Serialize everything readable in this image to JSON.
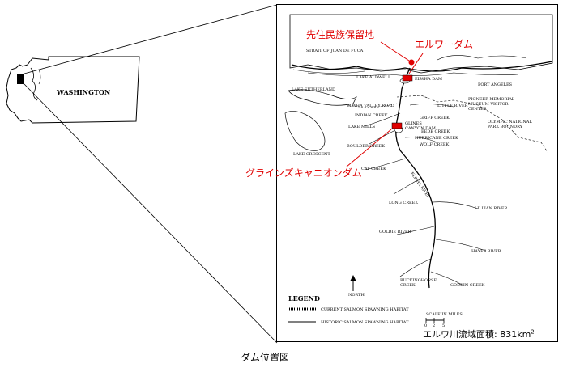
{
  "state_map": {
    "label": "WASHINGTON"
  },
  "detail_map": {
    "red_labels": {
      "reservation": "先住民族保留地",
      "elwha_dam": "エルワーダム",
      "glines_dam": "グラインズキャニオンダム"
    },
    "place_labels": {
      "strait": "STRAIT OF JUAN DE FUCA",
      "lake_aldwell": "LAKE ALDWELL",
      "elwha_dam": "ELWHA DAM",
      "port_angeles": "PORT ANGELES",
      "lake_sutherland": "LAKE SUTHERLAND",
      "elwha_valley_road": "ELWHA VALLEY ROAD",
      "indian_creek": "INDIAN CREEK",
      "little_river": "LITTLE RIVER",
      "museum": "PIONEER MEMORIAL MUSEUM VISITOR CENTER",
      "olympic_np": "OLYMPIC NATIONAL PARK BOUNDRY",
      "griff_creek": "GRIFF CREEK",
      "lake_mills": "LAKE MILLS",
      "glines_dam": "GLINES CANYON DAM",
      "boulder_creek": "BOULDER CREEK",
      "lake_crescent": "LAKE CRESCENT",
      "eeder_creek": "EEDE CREEK",
      "hurricane_creek": "HURRICANE CREEK",
      "wolf_creek": "WOLF CREEK",
      "cat_creek": "CAT CREEK",
      "elwha_river": "ELWHA RIVER",
      "long_creek": "LONG CREEK",
      "lillian_river": "LILLIAN RIVER",
      "goldie_river": "GOLDIE RIVER",
      "hayes_river": "HAYES RIVER",
      "buckinghorse_creek": "BUCKINGHORSE CREEK",
      "godkin_creek": "GODKIN CREEK",
      "north": "NORTH"
    },
    "legend": {
      "title": "LEGEND",
      "current_habitat": "CURRENT SALMON SPAWNING HABITAT",
      "historic_habitat": "HISTORIC SALMON SPAWNING HABITAT",
      "scale_title": "SCALE IN MILES",
      "scale_ticks": [
        "0",
        "2",
        "5"
      ]
    },
    "area_text": "エルワ川流域面積: 831km",
    "area_sup": "2"
  },
  "caption": "ダム位置図"
}
